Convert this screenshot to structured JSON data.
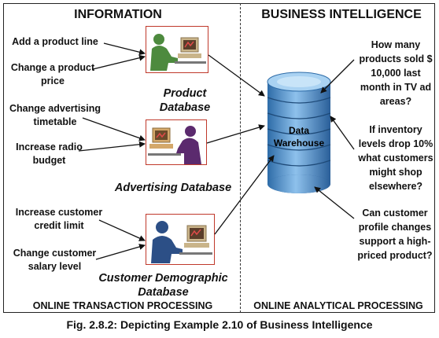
{
  "left": {
    "header": "INFORMATION",
    "footer": "ONLINE TRANSACTION PROCESSING",
    "actions": [
      "Add a product line",
      "Change a product price",
      "Change advertising timetable",
      "Increase radio budget",
      "Increase customer credit limit",
      "Change customer salary level"
    ],
    "databases": [
      "Product Database",
      "Advertising Database",
      "Customer Demographic Database"
    ]
  },
  "right": {
    "header": "BUSINESS INTELLIGENCE",
    "footer": "ONLINE ANALYTICAL PROCESSING",
    "warehouse_label": [
      "Data",
      "Warehouse"
    ],
    "questions": [
      "How many products sold $ 10,000 last month in TV ad areas?",
      "If inventory levels drop 10% what customers might shop elsewhere?",
      "Can customer profile changes support a high-priced product?"
    ]
  },
  "caption": "Fig. 2.8.2: Depicting Example 2.10 of Business Intelligence",
  "colors": {
    "figure_green": "#4d8a3e",
    "figure_purple": "#5b2a6e",
    "figure_blue": "#2c4f86",
    "frame_red": "#c0392b",
    "cylinder_blue": "#4f8fc8"
  }
}
